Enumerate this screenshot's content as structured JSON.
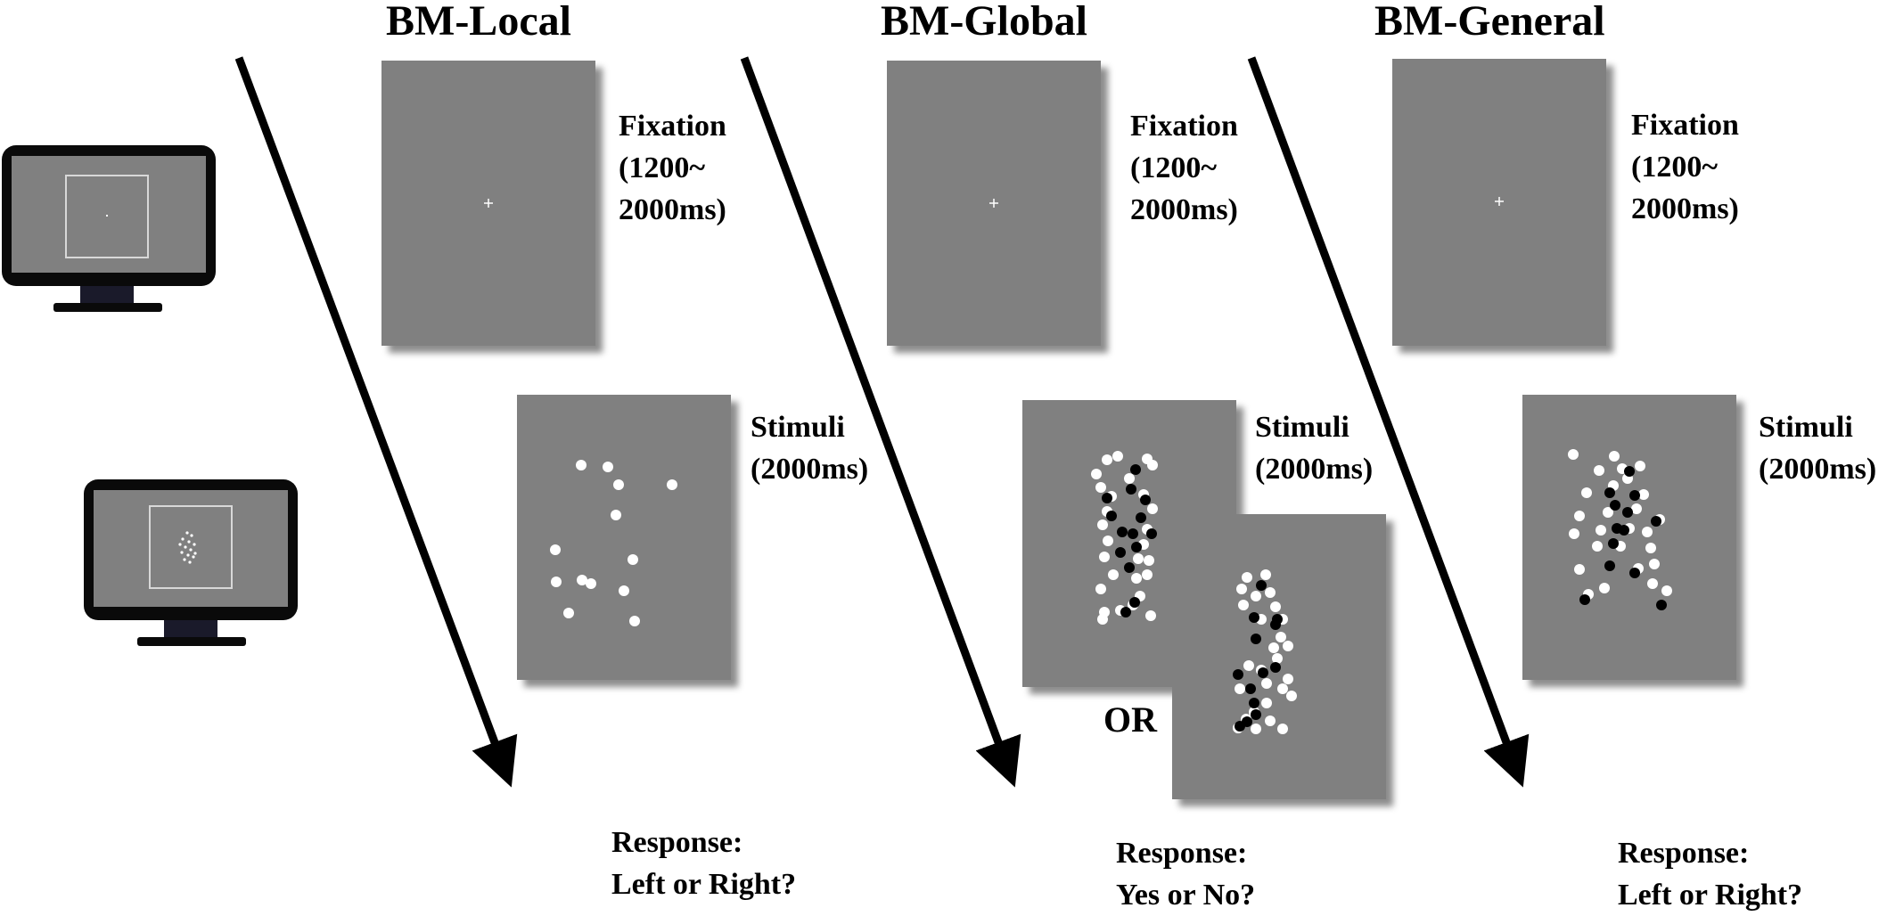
{
  "columns": [
    {
      "id": "local",
      "title": "BM-Local",
      "fixation_label": "Fixation\n(1200~\n2000ms)",
      "stimuli_label": "Stimuli\n(2000ms)",
      "response_label": "Response:\nLeft or Right?"
    },
    {
      "id": "global",
      "title": "BM-Global",
      "fixation_label": "Fixation\n(1200~\n2000ms)",
      "stimuli_label": "Stimuli\n(2000ms)",
      "response_label": "Response:\nYes or No?",
      "or_label": "OR"
    },
    {
      "id": "general",
      "title": "BM-General",
      "fixation_label": "Fixation\n(1200~\n2000ms)",
      "stimuli_label": "Stimuli\n(2000ms)",
      "response_label": "Response:\nLeft or Right?"
    }
  ],
  "colors": {
    "screen_gray": "#808080",
    "dot_white": "#ffffff",
    "dot_black": "#000000",
    "monitor_frame": "#0a0a0a",
    "monitor_stand": "#1a1a2a"
  }
}
